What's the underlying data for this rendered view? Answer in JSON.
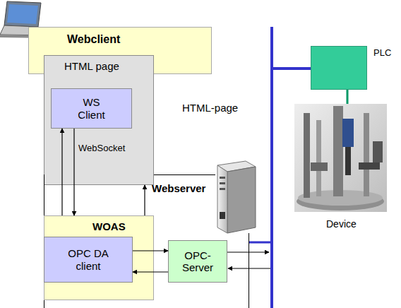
{
  "diagram": {
    "nodes": [
      {
        "text": [
          "Webclient"
        ]
      },
      {
        "text": [
          "HTML page"
        ]
      },
      {
        "text": [
          "WS Client"
        ],
        "in": 1
      },
      {
        "text": [
          "Webserver"
        ]
      },
      {
        "text": [
          "WOAS"
        ],
        "in": 3
      },
      {
        "text": [
          "OPC DA client"
        ],
        "in": 4
      },
      {
        "text": [
          "OPC- Server"
        ],
        "in": 3
      },
      {
        "text": [
          "PLC"
        ]
      }
    ],
    "edges": [
      {
        "from": 2,
        "to": 4,
        "arrow": "to"
      },
      {
        "from": 4,
        "to": 2,
        "arrow": "to"
      },
      {
        "from": 4,
        "to": 1,
        "arrow": "to"
      },
      {
        "from": 5,
        "to": 6,
        "arrow": "to"
      },
      {
        "from": 6,
        "to": 5,
        "arrow": "to"
      }
    ],
    "labels": [
      "HTML-page",
      "WebSocket",
      "Device"
    ]
  }
}
